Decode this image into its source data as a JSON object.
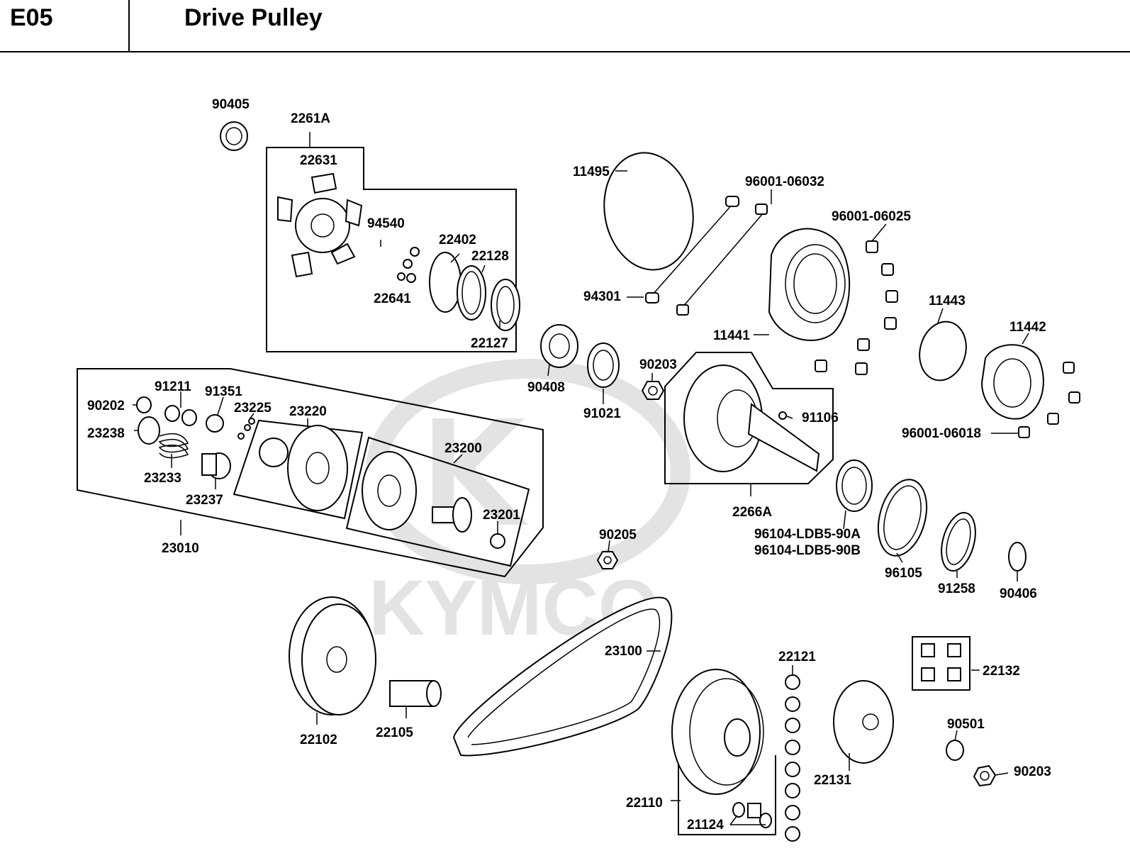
{
  "header": {
    "code": "E05",
    "title": "Drive Pulley"
  },
  "watermark": {
    "text": "KYMCO"
  },
  "labels": {
    "p90405": "90405",
    "p2261A": "2261A",
    "p22631": "22631",
    "p94540": "94540",
    "p22402": "22402",
    "p22128": "22128",
    "p22641": "22641",
    "p22127": "22127",
    "p11495": "11495",
    "p96001_06032": "96001-06032",
    "p96001_06025": "96001-06025",
    "p94301": "94301",
    "p11441": "11441",
    "p11443": "11443",
    "p11442": "11442",
    "p96001_06018": "96001-06018",
    "p90408": "90408",
    "p91021": "91021",
    "p90203a": "90203",
    "p91106": "91106",
    "p2266A": "2266A",
    "p96104_A": "96104-LDB5-90A",
    "p96104_B": "96104-LDB5-90B",
    "p96105": "96105",
    "p91258": "91258",
    "p90406": "90406",
    "p90202": "90202",
    "p91211": "91211",
    "p91351": "91351",
    "p23225": "23225",
    "p23220": "23220",
    "p23238": "23238",
    "p23233": "23233",
    "p23237": "23237",
    "p23200": "23200",
    "p23201": "23201",
    "p23010": "23010",
    "p90205": "90205",
    "p23100": "23100",
    "p22102": "22102",
    "p22105": "22105",
    "p22121": "22121",
    "p22132": "22132",
    "p90501": "90501",
    "p90203b": "90203",
    "p22131": "22131",
    "p22110": "22110",
    "p21124": "21124"
  }
}
